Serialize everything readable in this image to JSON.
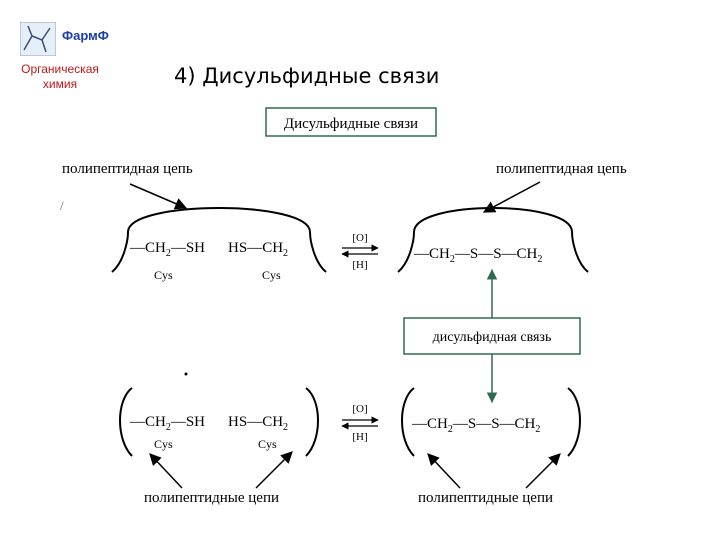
{
  "header": {
    "brand": "ФармФ",
    "subject_line1": "Органическая",
    "subject_line2": "химия",
    "slide_title": "4) Дисульфидные связи"
  },
  "diagram": {
    "box_title": "Дисульфидные связи",
    "chain_label": "полипептидная цепь",
    "chains_label": "полипептидные цепи",
    "bond_label": "дисульфидная связь",
    "oxidation": "[O]",
    "reduction": "[H]",
    "cys": "Cys",
    "ch2": "CH",
    "sub2": "2",
    "dash": "—",
    "sh": "SH",
    "hs": "HS",
    "s": "S",
    "stray_mark": "/"
  },
  "colors": {
    "brand": "#1a3fa8",
    "subject": "#c01818",
    "bond_box_border": "#2e6b4f",
    "title_box_border": "#2e6b4f"
  }
}
